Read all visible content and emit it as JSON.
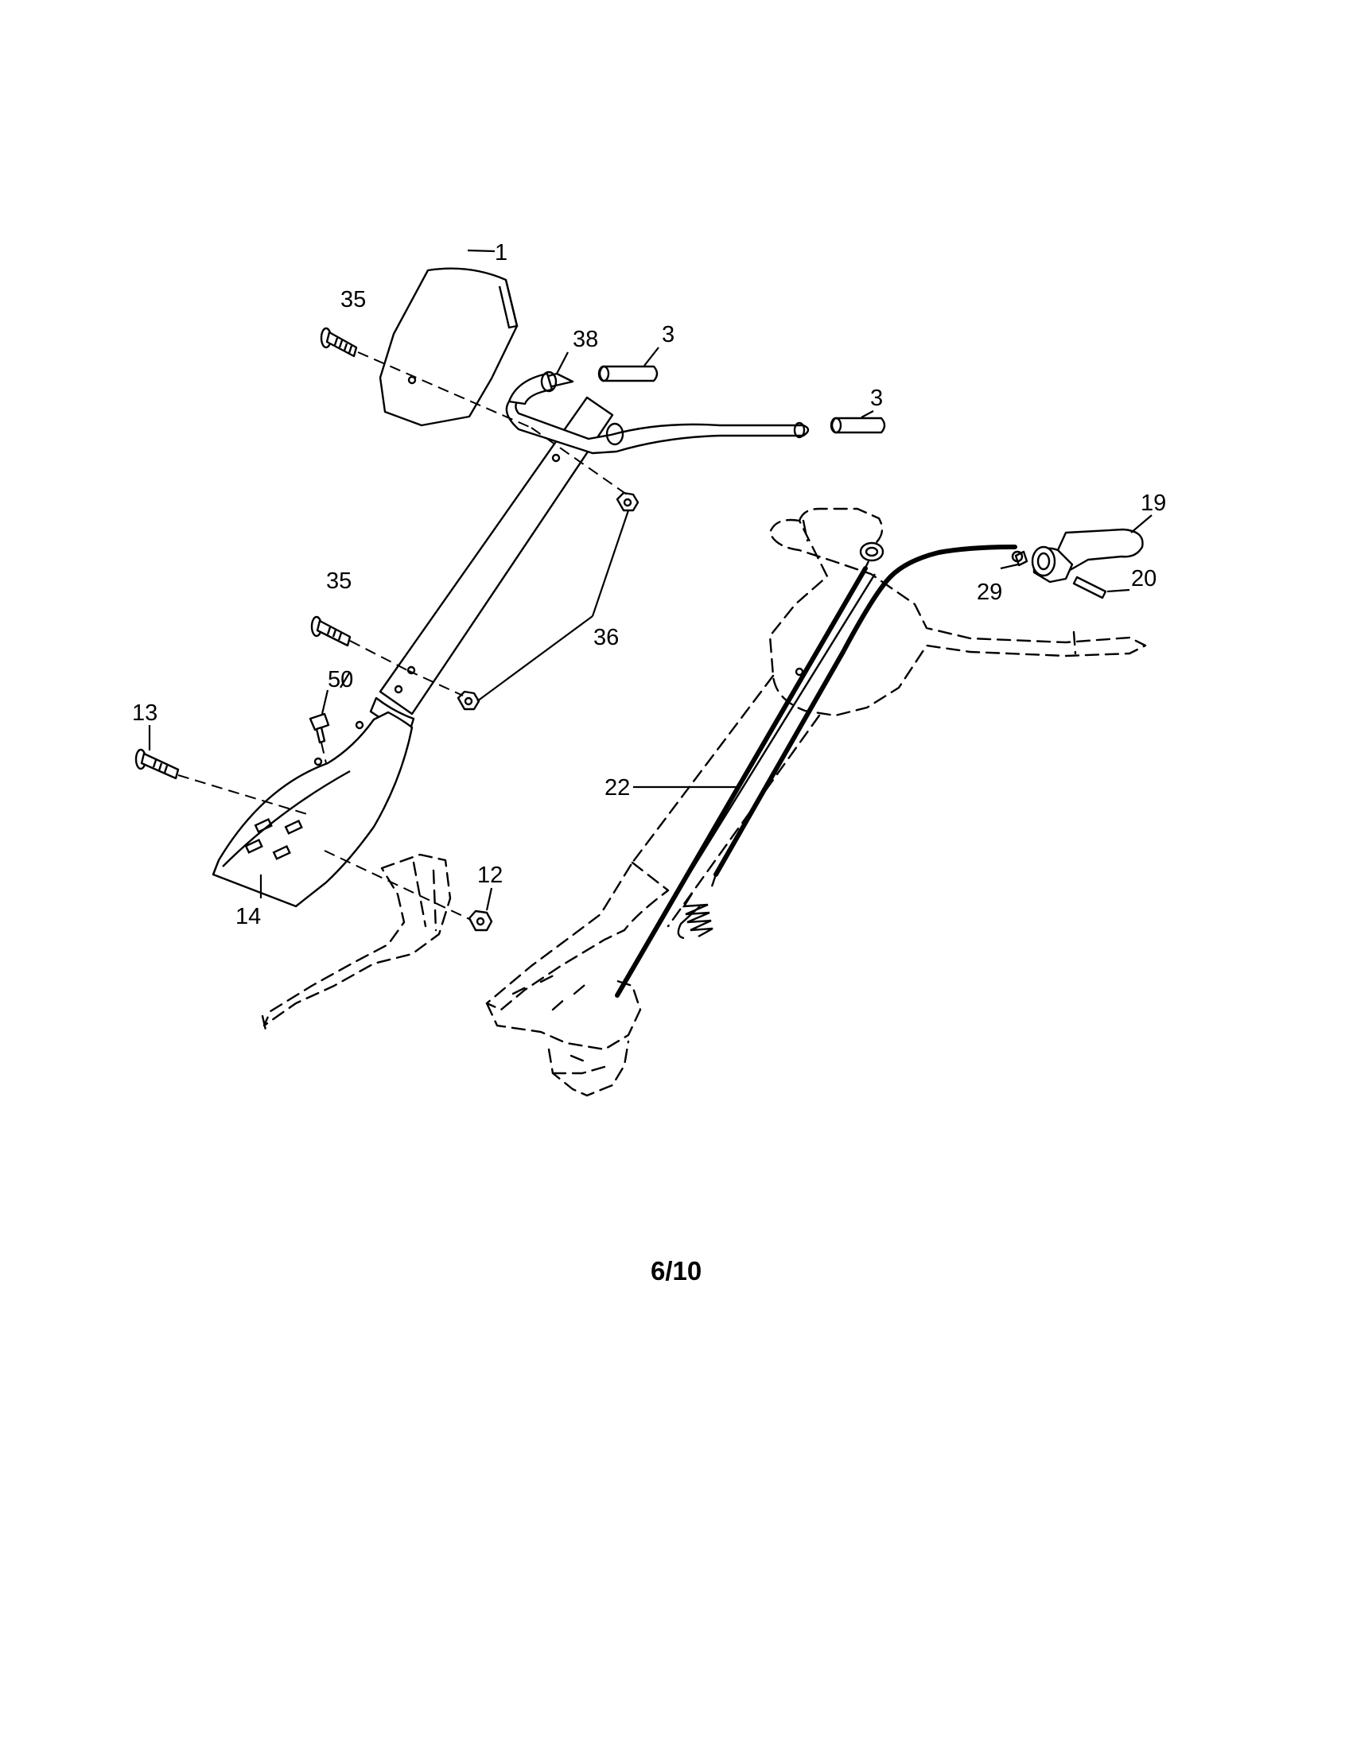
{
  "callouts": {
    "c1": "1",
    "c35a": "35",
    "c38": "38",
    "c3a": "3",
    "c3b": "3",
    "c19": "19",
    "c29": "29",
    "c20": "20",
    "c35b": "35",
    "c36": "36",
    "c50": "50",
    "c13": "13",
    "c22": "22",
    "c12": "12",
    "c14": "14"
  },
  "page": {
    "number": "6/10"
  }
}
